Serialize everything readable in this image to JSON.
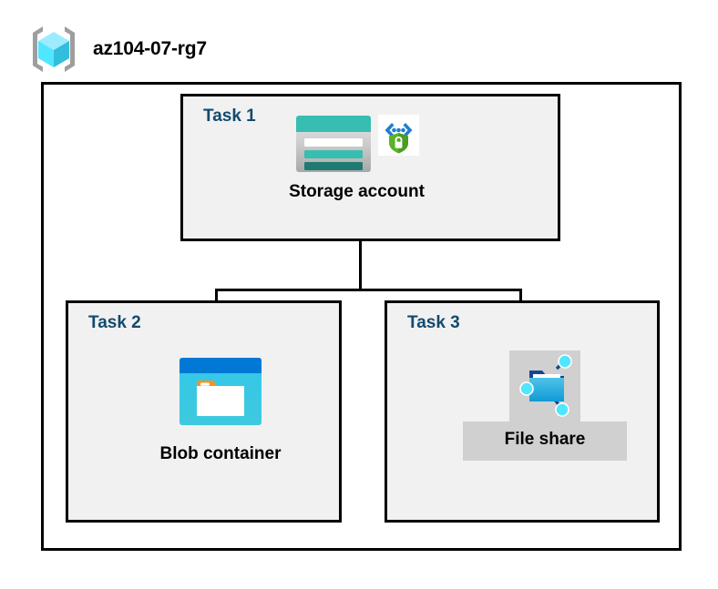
{
  "resource_group": {
    "name": "az104-07-rg7",
    "icon": "resource-group-cube-icon"
  },
  "tasks": [
    {
      "id": "task-1",
      "label": "Task 1",
      "node": {
        "caption": "Storage account",
        "icon": "storage-account-icon",
        "badge_icon": "secure-encryption-shield-icon"
      }
    },
    {
      "id": "task-2",
      "label": "Task 2",
      "node": {
        "caption": "Blob container",
        "icon": "blob-container-icon"
      }
    },
    {
      "id": "task-3",
      "label": "Task 3",
      "node": {
        "caption": "File share",
        "icon": "file-share-icon",
        "highlighted": true
      }
    }
  ],
  "colors": {
    "frame_stroke": "#000000",
    "task_fill": "#f1f1f1",
    "task_label": "#134a6e",
    "caption": "#000000",
    "selection_highlight": "#d0d0d0",
    "storage_teal": "#37beb0",
    "storage_teal_dark": "#1f7a71",
    "blob_blue": "#0078d4",
    "blob_cyan": "#32c8ea",
    "blob_orange": "#f7941e",
    "shield_green": "#5bb226",
    "bracket_blue": "#0078d4",
    "cube_cyan": "#50e6ff",
    "bracket_gray": "#9e9e9e",
    "canvas_bg": "#ffffff"
  }
}
